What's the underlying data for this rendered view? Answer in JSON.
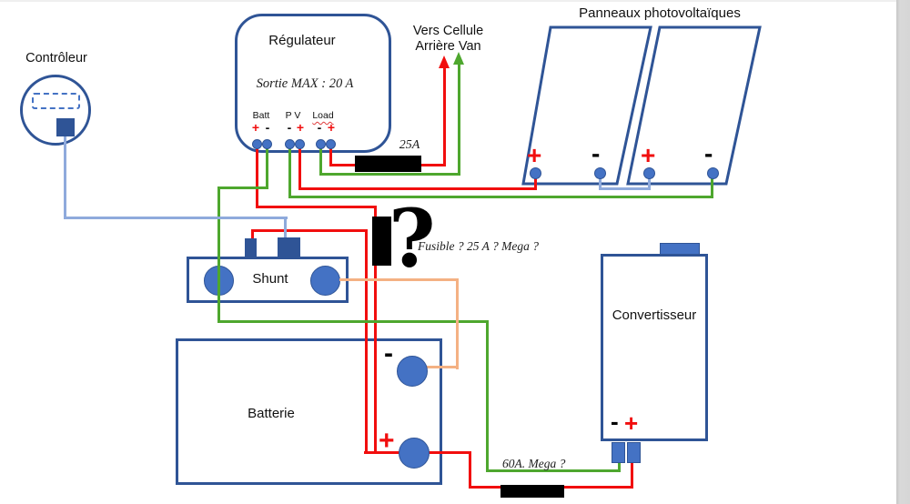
{
  "colors": {
    "wire_red": "#f10e0e",
    "wire_green": "#4ea72e",
    "wire_lightblue": "#8faadc",
    "wire_orange": "#f4b183",
    "shape_blue": "#4472c4",
    "border_blue": "#2f5496",
    "fuse_black": "#000000"
  },
  "signs": {
    "plus": "+",
    "minus": "-"
  },
  "controller": {
    "label": "Contrôleur"
  },
  "regulator": {
    "title": "Régulateur",
    "subtitle": "Sortie MAX : 20 A",
    "terminals": [
      {
        "name": "Batt",
        "left_sign": "+",
        "right_sign": "-"
      },
      {
        "name": "P V",
        "left_sign": "-",
        "right_sign": "+"
      },
      {
        "name": "Load",
        "left_sign": "-",
        "right_sign": "+"
      }
    ]
  },
  "arrows": {
    "line1": "Vers Cellule",
    "line2": "Arrière Van"
  },
  "panels": {
    "title": "Panneaux photovoltaïques"
  },
  "fuses": {
    "f25": {
      "label": "25A"
    },
    "mid": {
      "glyph": "?",
      "note": "Fusible ? 25 A ? Mega ?"
    },
    "f60": {
      "label": "60A. Mega ?"
    }
  },
  "shunt": {
    "label": "Shunt"
  },
  "battery": {
    "label": "Batterie"
  },
  "inverter": {
    "label": "Convertisseur"
  }
}
